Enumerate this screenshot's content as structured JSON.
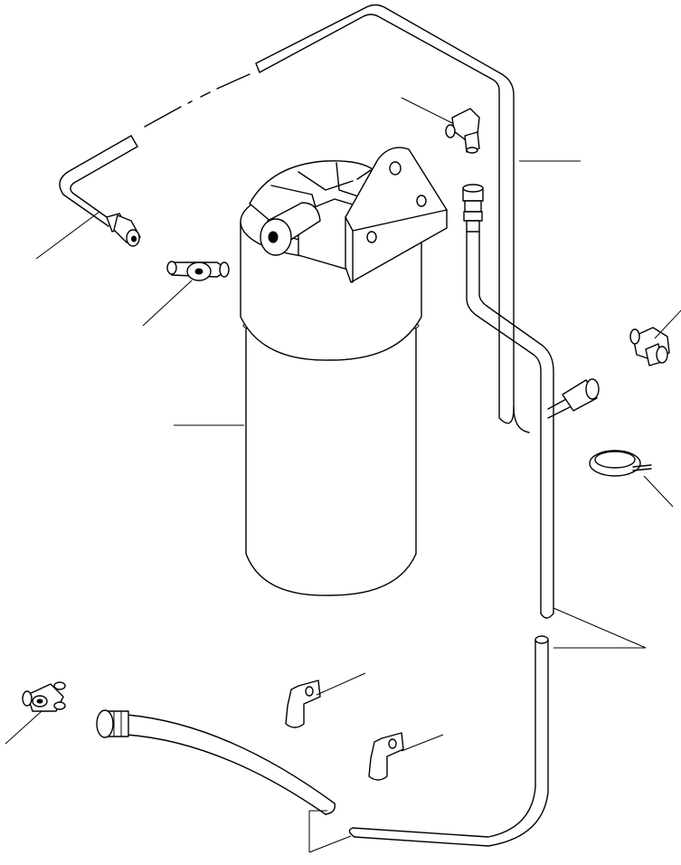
{
  "diagram": {
    "background_color": "#ffffff",
    "line_color": "#000000",
    "parts": [
      {
        "name": "filter-canister"
      },
      {
        "name": "filter-head-bracket"
      },
      {
        "name": "upper-return-line"
      },
      {
        "name": "vertical-supply-tube"
      },
      {
        "name": "elbow-fitting-upper"
      },
      {
        "name": "elbow-fitting-right"
      },
      {
        "name": "banjo-fitting"
      },
      {
        "name": "tee-fitting"
      },
      {
        "name": "hose-clamp"
      },
      {
        "name": "p-clip-upper"
      },
      {
        "name": "p-clip-lower"
      },
      {
        "name": "flexible-hose"
      },
      {
        "name": "lower-tube"
      }
    ]
  }
}
